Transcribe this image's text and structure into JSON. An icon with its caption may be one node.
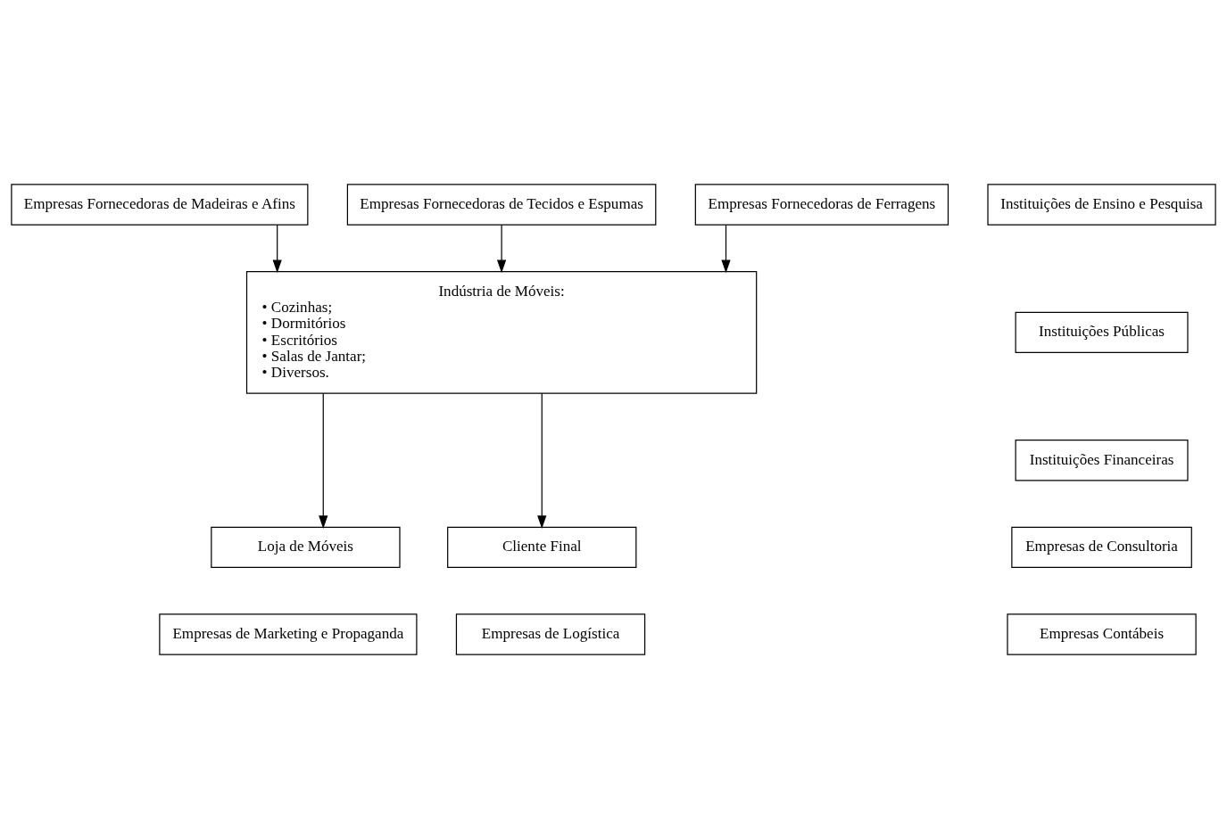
{
  "diagram": {
    "nodes": [
      {
        "text": [
          "Empresas Fornecedoras de Madeiras e Afins"
        ]
      },
      {
        "text": [
          "Empresas Fornecedoras de Tecidos e Espumas"
        ]
      },
      {
        "text": [
          "Empresas Fornecedoras de Ferragens"
        ]
      },
      {
        "text": [
          "Instituições de Ensino e Pesquisa"
        ]
      },
      {
        "text": [
          "Indústria de Móveis:",
          "• Cozinhas;",
          "• Dormitórios",
          "• Escritórios",
          "• Salas de Jantar;",
          "• Diversos."
        ]
      },
      {
        "text": [
          "Instituições Públicas"
        ]
      },
      {
        "text": [
          "Instituições Financeiras"
        ]
      },
      {
        "text": [
          "Loja de Móveis"
        ]
      },
      {
        "text": [
          "Cliente Final"
        ]
      },
      {
        "text": [
          "Empresas de Consultoria"
        ]
      },
      {
        "text": [
          "Empresas de Marketing e Propaganda"
        ]
      },
      {
        "text": [
          "Empresas de Logística"
        ]
      },
      {
        "text": [
          "Empresas Contábeis"
        ]
      }
    ],
    "edges": [
      {
        "from": 0,
        "to": 4,
        "arrow": "to"
      },
      {
        "from": 1,
        "to": 4,
        "arrow": "to"
      },
      {
        "from": 2,
        "to": 4,
        "arrow": "to"
      },
      {
        "from": 4,
        "to": 7,
        "arrow": "to"
      },
      {
        "from": 4,
        "to": 8,
        "arrow": "to"
      }
    ]
  }
}
